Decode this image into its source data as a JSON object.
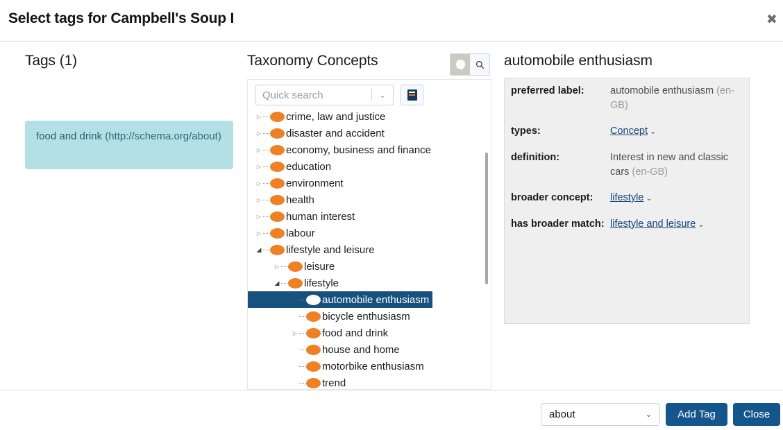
{
  "dialog": {
    "title": "Select tags for Campbell's Soup I",
    "close_icon": "close-icon",
    "close_glyph": "✖"
  },
  "tags_panel": {
    "heading": "Tags (1)",
    "chips": [
      {
        "label": "food and drink ",
        "uri": "(http://schema.org/about)"
      }
    ]
  },
  "taxonomy_panel": {
    "heading": "Taxonomy Concepts",
    "view_toggle": [
      {
        "name": "concept-view-button",
        "icon": "blob-icon",
        "active": true
      },
      {
        "name": "search-view-button",
        "icon": "search-icon",
        "glyph": "⌕",
        "active": false
      }
    ],
    "search": {
      "placeholder": "Quick search",
      "value": "",
      "caret_glyph": "⌄",
      "book_button_icon": "book-icon"
    },
    "tree": [
      {
        "label": "crime, law and justice",
        "level": 1,
        "arrow": "collapsed",
        "selected": false
      },
      {
        "label": "disaster and accident",
        "level": 1,
        "arrow": "collapsed",
        "selected": false
      },
      {
        "label": "economy, business and finance",
        "level": 1,
        "arrow": "collapsed",
        "selected": false
      },
      {
        "label": "education",
        "level": 1,
        "arrow": "collapsed",
        "selected": false
      },
      {
        "label": "environment",
        "level": 1,
        "arrow": "collapsed",
        "selected": false
      },
      {
        "label": "health",
        "level": 1,
        "arrow": "collapsed",
        "selected": false
      },
      {
        "label": "human interest",
        "level": 1,
        "arrow": "collapsed",
        "selected": false
      },
      {
        "label": "labour",
        "level": 1,
        "arrow": "collapsed",
        "selected": false
      },
      {
        "label": "lifestyle and leisure",
        "level": 1,
        "arrow": "expanded",
        "selected": false
      },
      {
        "label": "leisure",
        "level": 2,
        "arrow": "collapsed",
        "selected": false
      },
      {
        "label": "lifestyle",
        "level": 2,
        "arrow": "expanded",
        "selected": false
      },
      {
        "label": "automobile enthusiasm",
        "level": 3,
        "arrow": "none",
        "selected": true
      },
      {
        "label": "bicycle enthusiasm",
        "level": 3,
        "arrow": "none",
        "selected": false
      },
      {
        "label": "food and drink",
        "level": 3,
        "arrow": "collapsed",
        "selected": false
      },
      {
        "label": "house and home",
        "level": 3,
        "arrow": "none",
        "selected": false
      },
      {
        "label": "motorbike enthusiasm",
        "level": 3,
        "arrow": "none",
        "selected": false
      },
      {
        "label": "trend",
        "level": 3,
        "arrow": "none",
        "selected": false
      }
    ]
  },
  "detail_panel": {
    "title": "automobile enthusiasm",
    "rows": [
      {
        "key": "preferred label:",
        "value": "automobile enthusiasm",
        "lang": "(en-GB)",
        "is_link": false,
        "caret": false
      },
      {
        "key": "types:",
        "value": "Concept",
        "lang": "",
        "is_link": true,
        "caret": true
      },
      {
        "key": "definition:",
        "value": "Interest in new and classic cars",
        "lang": "(en-GB)",
        "is_link": false,
        "caret": false
      },
      {
        "key": "broader concept:",
        "value": "lifestyle",
        "lang": "",
        "is_link": true,
        "caret": true
      },
      {
        "key": "has broader match:",
        "value": "lifestyle and leisure",
        "lang": "",
        "is_link": true,
        "caret": true
      }
    ],
    "caret_glyph": "⌄"
  },
  "footer": {
    "about_select": {
      "value": "about",
      "caret_glyph": "⌄"
    },
    "add_tag_label": "Add Tag",
    "close_label": "Close"
  },
  "colors": {
    "accent_orange": "#ef8023",
    "selection_navy": "#17517e",
    "button_blue": "#14558c",
    "tag_chip_bg": "#b3e0e5",
    "tag_chip_text": "#23606e",
    "detail_bg": "#efefef",
    "link_blue": "#16447a"
  }
}
